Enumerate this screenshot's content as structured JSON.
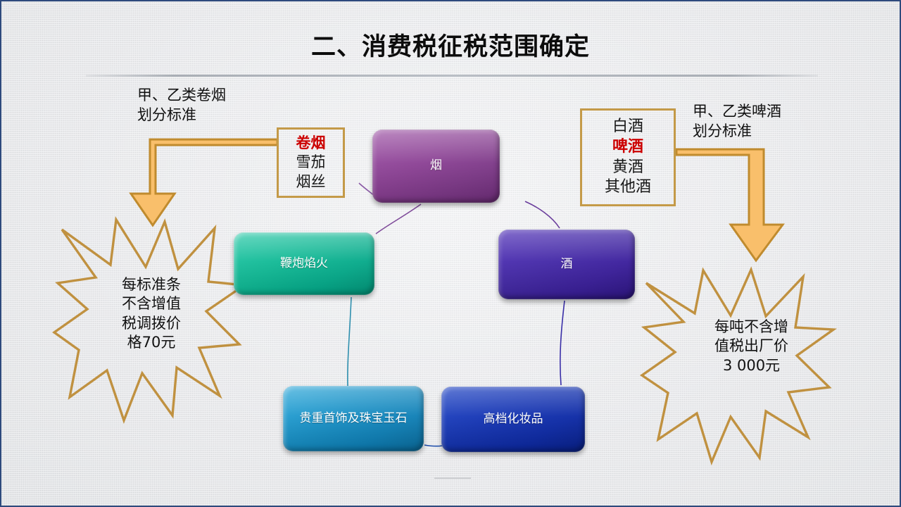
{
  "slide": {
    "title": "二、消费税征税范围确定",
    "border_color": "#2e4a7d",
    "accent_gold": "#c49a48",
    "accent_orange": "#f9bf6b",
    "highlight_red": "#cc0000"
  },
  "captions": {
    "left": "甲、乙类卷烟\n划分标准",
    "right": "甲、乙类啤酒\n划分标准"
  },
  "list_boxes": {
    "tobacco": {
      "items": [
        "卷烟",
        "雪茄",
        "烟丝"
      ],
      "highlighted": "卷烟"
    },
    "liquor": {
      "items": [
        "白酒",
        "啤酒",
        "黄酒",
        "其他酒"
      ],
      "highlighted": "啤酒"
    }
  },
  "bursts": {
    "left": "每标准条\n不含增值\n税调拨价\n格70元",
    "right": "每吨不含增\n值税出厂价\n3 000元"
  },
  "nodes": {
    "tobacco": {
      "label": "烟",
      "color": "#8a3f93"
    },
    "liquor": {
      "label": "酒",
      "color": "#452aa8"
    },
    "firework": {
      "label": "鞭炮焰火",
      "color": "#0fb894"
    },
    "jewelry": {
      "label": "贵重首饰及珠宝玉石",
      "color": "#1790c6"
    },
    "cosmetics": {
      "label": "高档化妆品",
      "color": "#1535b4"
    }
  }
}
